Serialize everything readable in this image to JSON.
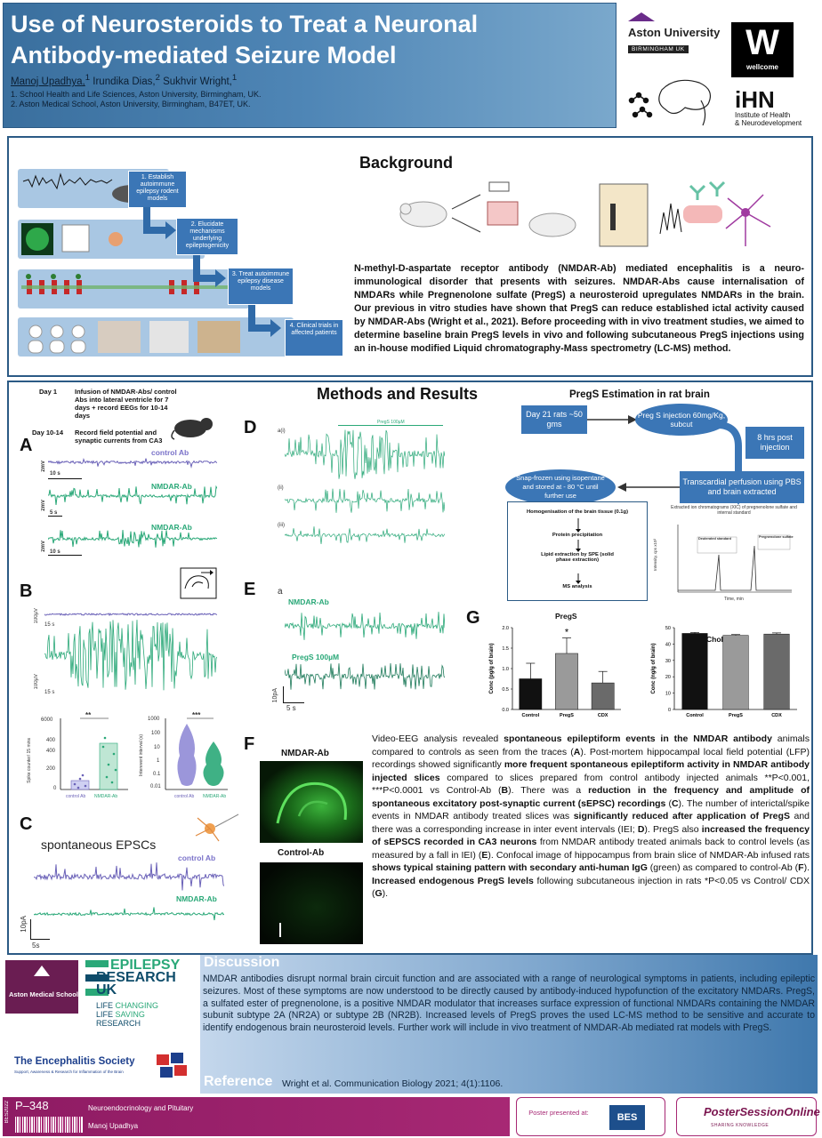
{
  "header": {
    "title_line1": "Use of Neurosteroids to Treat a Neuronal",
    "title_line2": "Antibody-mediated Seizure Model",
    "author1": "Manoj Upadhya,",
    "author1_sup": "1",
    "author2": " Irundika Dias,",
    "author2_sup": "2",
    "author3": " Sukhvir Wright,",
    "author3_sup": "1",
    "affiliation1": "1. School Health and Life Sciences, Aston University, Birmingham,  UK.",
    "affiliation2": "2. Aston Medical School, Aston University, Birmingham, B47ET, UK."
  },
  "logos": {
    "aston_name": "Aston University",
    "aston_sub": "BIRMINGHAM UK",
    "wellcome_letter": "W",
    "wellcome_text": "wellcome",
    "ihn_big": "iHN",
    "ihn_line1": "Institute of Health",
    "ihn_line2": "& Neurodevelopment"
  },
  "background": {
    "title": "Background",
    "steps": [
      "1. Establish autoimmune epilepsy rodent models",
      "2. Elucidate mechanisms underlying epileptogenicity",
      "3. Treat autoimmune epilepsy disease models",
      "4. Clinical trials in affected patients"
    ],
    "text": "N-methyl-D-aspartate receptor antibody (NMDAR-Ab) mediated encephalitis is a neuro-immunological disorder that presents with seizures. NMDAR-Abs cause internalisation of NMDARs while Pregnenolone sulfate (PregS) a neurosteroid upregulates NMDARs in the brain. Our previous in vitro studies have shown that PregS can reduce established ictal activity caused by NMDAR-Abs (Wright et al., 2021). Before proceeding with in vivo treatment studies, we aimed to determine baseline brain PregS levels in vivo and following subcutaneous PregS injections using an in-house modified Liquid chromatography-Mass spectrometry (LC-MS) method."
  },
  "methods": {
    "title": "Methods and Results",
    "day1_label": "Day 1",
    "day1_text": "Infusion of NMDAR-Abs/ control Abs into lateral ventricle for 7 days + record EEGs for 10-14 days",
    "day10_label": "Day 10-14",
    "day10_text": "Record field potential and synaptic currents from CA3",
    "panel_a": "A",
    "panel_b": "B",
    "panel_c": "C",
    "panel_d": "D",
    "panel_e": "E",
    "panel_f": "F",
    "panel_g": "G",
    "a_control": "control Ab",
    "a_nmdar1": "NMDAR-Ab",
    "a_nmdar2": "NMDAR-Ab",
    "a_scale1_v": "2mV",
    "a_scale1_t": "10 s",
    "a_scale2_v": "2mV",
    "a_scale2_t": "5 s",
    "a_scale3_v": "2mV",
    "a_scale3_t": "10 s",
    "b_scale1_v": "100µV",
    "b_scale1_t": "15 s",
    "b_scale2_v": "100µV",
    "b_scale2_t": "15 s",
    "b_sig1": "**",
    "b_sig2": "***",
    "b_ylabel1": "Spike counter/ 15 mins",
    "b_ylabel2": "Interevent interval (s)",
    "b_x1": "control Ab",
    "b_x2": "NMDAR-Ab",
    "b_x3": "control Ab",
    "b_x4": "NMDAR-Ab",
    "b_yticks1": [
      "6000",
      "400",
      "400",
      "200",
      "0"
    ],
    "b_yticks2": [
      "1000",
      "100",
      "10",
      "1",
      "0.1",
      "0.01"
    ],
    "c_label": "spontaneous EPSCs",
    "c_control": "control Ab",
    "c_nmdar": "NMDAR-Ab",
    "c_scale_v": "10pA",
    "c_scale_t": "5s",
    "d_trace1": "a(i)",
    "d_trace2": "(ii)",
    "d_trace3": "(iii)",
    "d_pregs": "PregS 100µM",
    "e_sub": "a",
    "e_nmdar": "NMDAR-Ab",
    "e_pregs": "PregS 100µM",
    "e_scale_v": "10pA",
    "e_scale_t": "5 s",
    "f_nmdar": "NMDAR-Ab",
    "f_control": "Control-Ab",
    "pregs_title": "PregS Estimation in rat brain",
    "flow_rats": "Day 21 rats ~50 gms",
    "flow_injection": "Preg S injection 60mg/Kg, subcut",
    "flow_8hrs": "8 hrs post injection",
    "flow_perfusion": "Transcardial perfusion using PBS and brain extracted",
    "flow_snap": "Snap-frozen using isopentane and stored at - 80 °C until further use",
    "proc_steps": [
      "Homogenisation of the brain tissue (0.1g)",
      "Protein precipitation",
      "Lipid extraction by SPE (solid phase extraction)",
      "MS analysis"
    ],
    "xic_title": "Extracted ion chromatograms (XIC) of pregnenolone sulfate and internal standard",
    "xic_xlabel": "Time, min",
    "xic_ylabel": "Intensity, cps x10³",
    "xic_label1": "Pregnenolone sulfate",
    "xic_label2": "Deuterated standard"
  },
  "chart_data": [
    {
      "type": "bar",
      "title": "PregS",
      "categories": [
        "Control",
        "PregS",
        "CDX"
      ],
      "values": [
        0.75,
        1.37,
        0.65
      ],
      "errors": [
        0.38,
        0.38,
        0.28
      ],
      "ylabel": "Conc (pg/g of brain)",
      "ylim": [
        0,
        2.0
      ],
      "yticks": [
        "0.0",
        "0.5",
        "1.0",
        "1.5",
        "2.0"
      ],
      "annotation": "*",
      "colors": [
        "#111111",
        "#9a9a9a",
        "#6a6a6a"
      ]
    },
    {
      "type": "bar",
      "title": "Cholesterol",
      "categories": [
        "Control",
        "PregS",
        "CDX"
      ],
      "values": [
        46.5,
        45.3,
        46.1
      ],
      "errors": [
        0.6,
        0.5,
        0.7
      ],
      "ylabel": "Conc (ng/g of brain)",
      "ylim": [
        0,
        50
      ],
      "yticks": [
        "0",
        "10",
        "20",
        "30",
        "40",
        "50"
      ],
      "colors": [
        "#111111",
        "#9a9a9a",
        "#6a6a6a"
      ]
    }
  ],
  "results": {
    "p1": "Video-EEG analysis revealed ",
    "b1": "spontaneous epileptiform events in the NMDAR antibody",
    "p2": " animals compared to controls as seen from the traces (",
    "l_a": "A",
    "p3": "). Post-mortem hippocampal local field potential (LFP) recordings showed significantly ",
    "b2": "more frequent spontaneous epileptiform activity in NMDAR antibody injected slices",
    "p4": " compared to slices prepared from control antibody injected animals **P<0.001, ***P<0.0001 vs Control-Ab (",
    "l_b": "B",
    "p5": "). There was a ",
    "b3": "reduction in the frequency and amplitude of spontaneous excitatory post-synaptic current (sEPSC) recordings",
    "p6": " (",
    "l_c": "C",
    "p7": "). The number of interictal/spike events in NMDAR antibody treated slices was ",
    "b4": "significantly reduced after application of PregS",
    "p8": " and there was a corresponding increase in inter event intervals (IEI; ",
    "l_d": "D",
    "p9": "). PregS also ",
    "b5": "increased the frequency of sEPSCS recorded in CA3 neurons",
    "p10": " from NMDAR antibody treated animals back to control levels (as measured by a fall in IEI) (",
    "l_e": "E",
    "p11": "). Confocal image of hippocampus from brain slice of NMDAR-Ab infused rats ",
    "b6": "shows typical staining pattern with secondary anti-human IgG",
    "p12": " (green) as compared to control-Ab (",
    "l_f": "F",
    "p13": "). ",
    "b7": "Increased endogenous PregS levels",
    "p14": " following subcutaneous injection in rats *P<0.05 vs Control/ CDX (",
    "l_g": "G",
    "p15": ")."
  },
  "discussion": {
    "title": "Discussion",
    "text": "NMDAR antibodies disrupt normal brain circuit function and are associated with a range of neurological symptoms in patients, including epileptic seizures. Most of these symptoms are now understood to be directly caused by antibody-induced hypofunction of the excitatory NMDARs. PregS, a sulfated ester of pregnenolone, is a positive NMDAR modulator that increases surface expression of functional NMDARs containing the NMDAR subunit subtype 2A (NR2A) or subtype 2B (NR2B). Increased levels of PregS proves the used LC-MS method to be sensitive and accurate to identify endogenous brain neurosteroid levels. Further work will include in vivo treatment of NMDAR-Ab mediated rat models with PregS.",
    "ref_title": "Reference",
    "ref_text": "Wright et al. Communication Biology 2021; 4(1):1106."
  },
  "sponsors": {
    "ams_name": "Aston Medical School",
    "epilepsy1": "EPILEPSY",
    "epilepsy2": "RESEARCH",
    "epilepsy3": "UK",
    "epilepsy_tag1": "LIFE ",
    "epilepsy_tag1b": "CHANGING",
    "epilepsy_tag2": "LIFE ",
    "epilepsy_tag2b": "SAVING",
    "epilepsy_tag3": "RESEARCH",
    "enc_name": "The Encephalitis Society",
    "enc_sub": "Support, Awareness & Research for Inflammation of the Brain"
  },
  "footer": {
    "year_code": "BES2022",
    "poster_code": "P–348",
    "session": "Neuroendocrinology and Pituitary",
    "presenter": "Manoj Upadhya",
    "presented_at": "Poster presented at:",
    "bes": "BES",
    "pso_brand": "PosterSessionOnline",
    "pso_sub": "SHARING KNOWLEDGE"
  },
  "colors": {
    "header_blue": "#4f86b6",
    "section_border": "#2b5a85",
    "flow_blue": "#3b76b6",
    "trace_purple": "#6b62b8",
    "trace_green": "#2aa878",
    "footer_magenta": "#a72874"
  }
}
